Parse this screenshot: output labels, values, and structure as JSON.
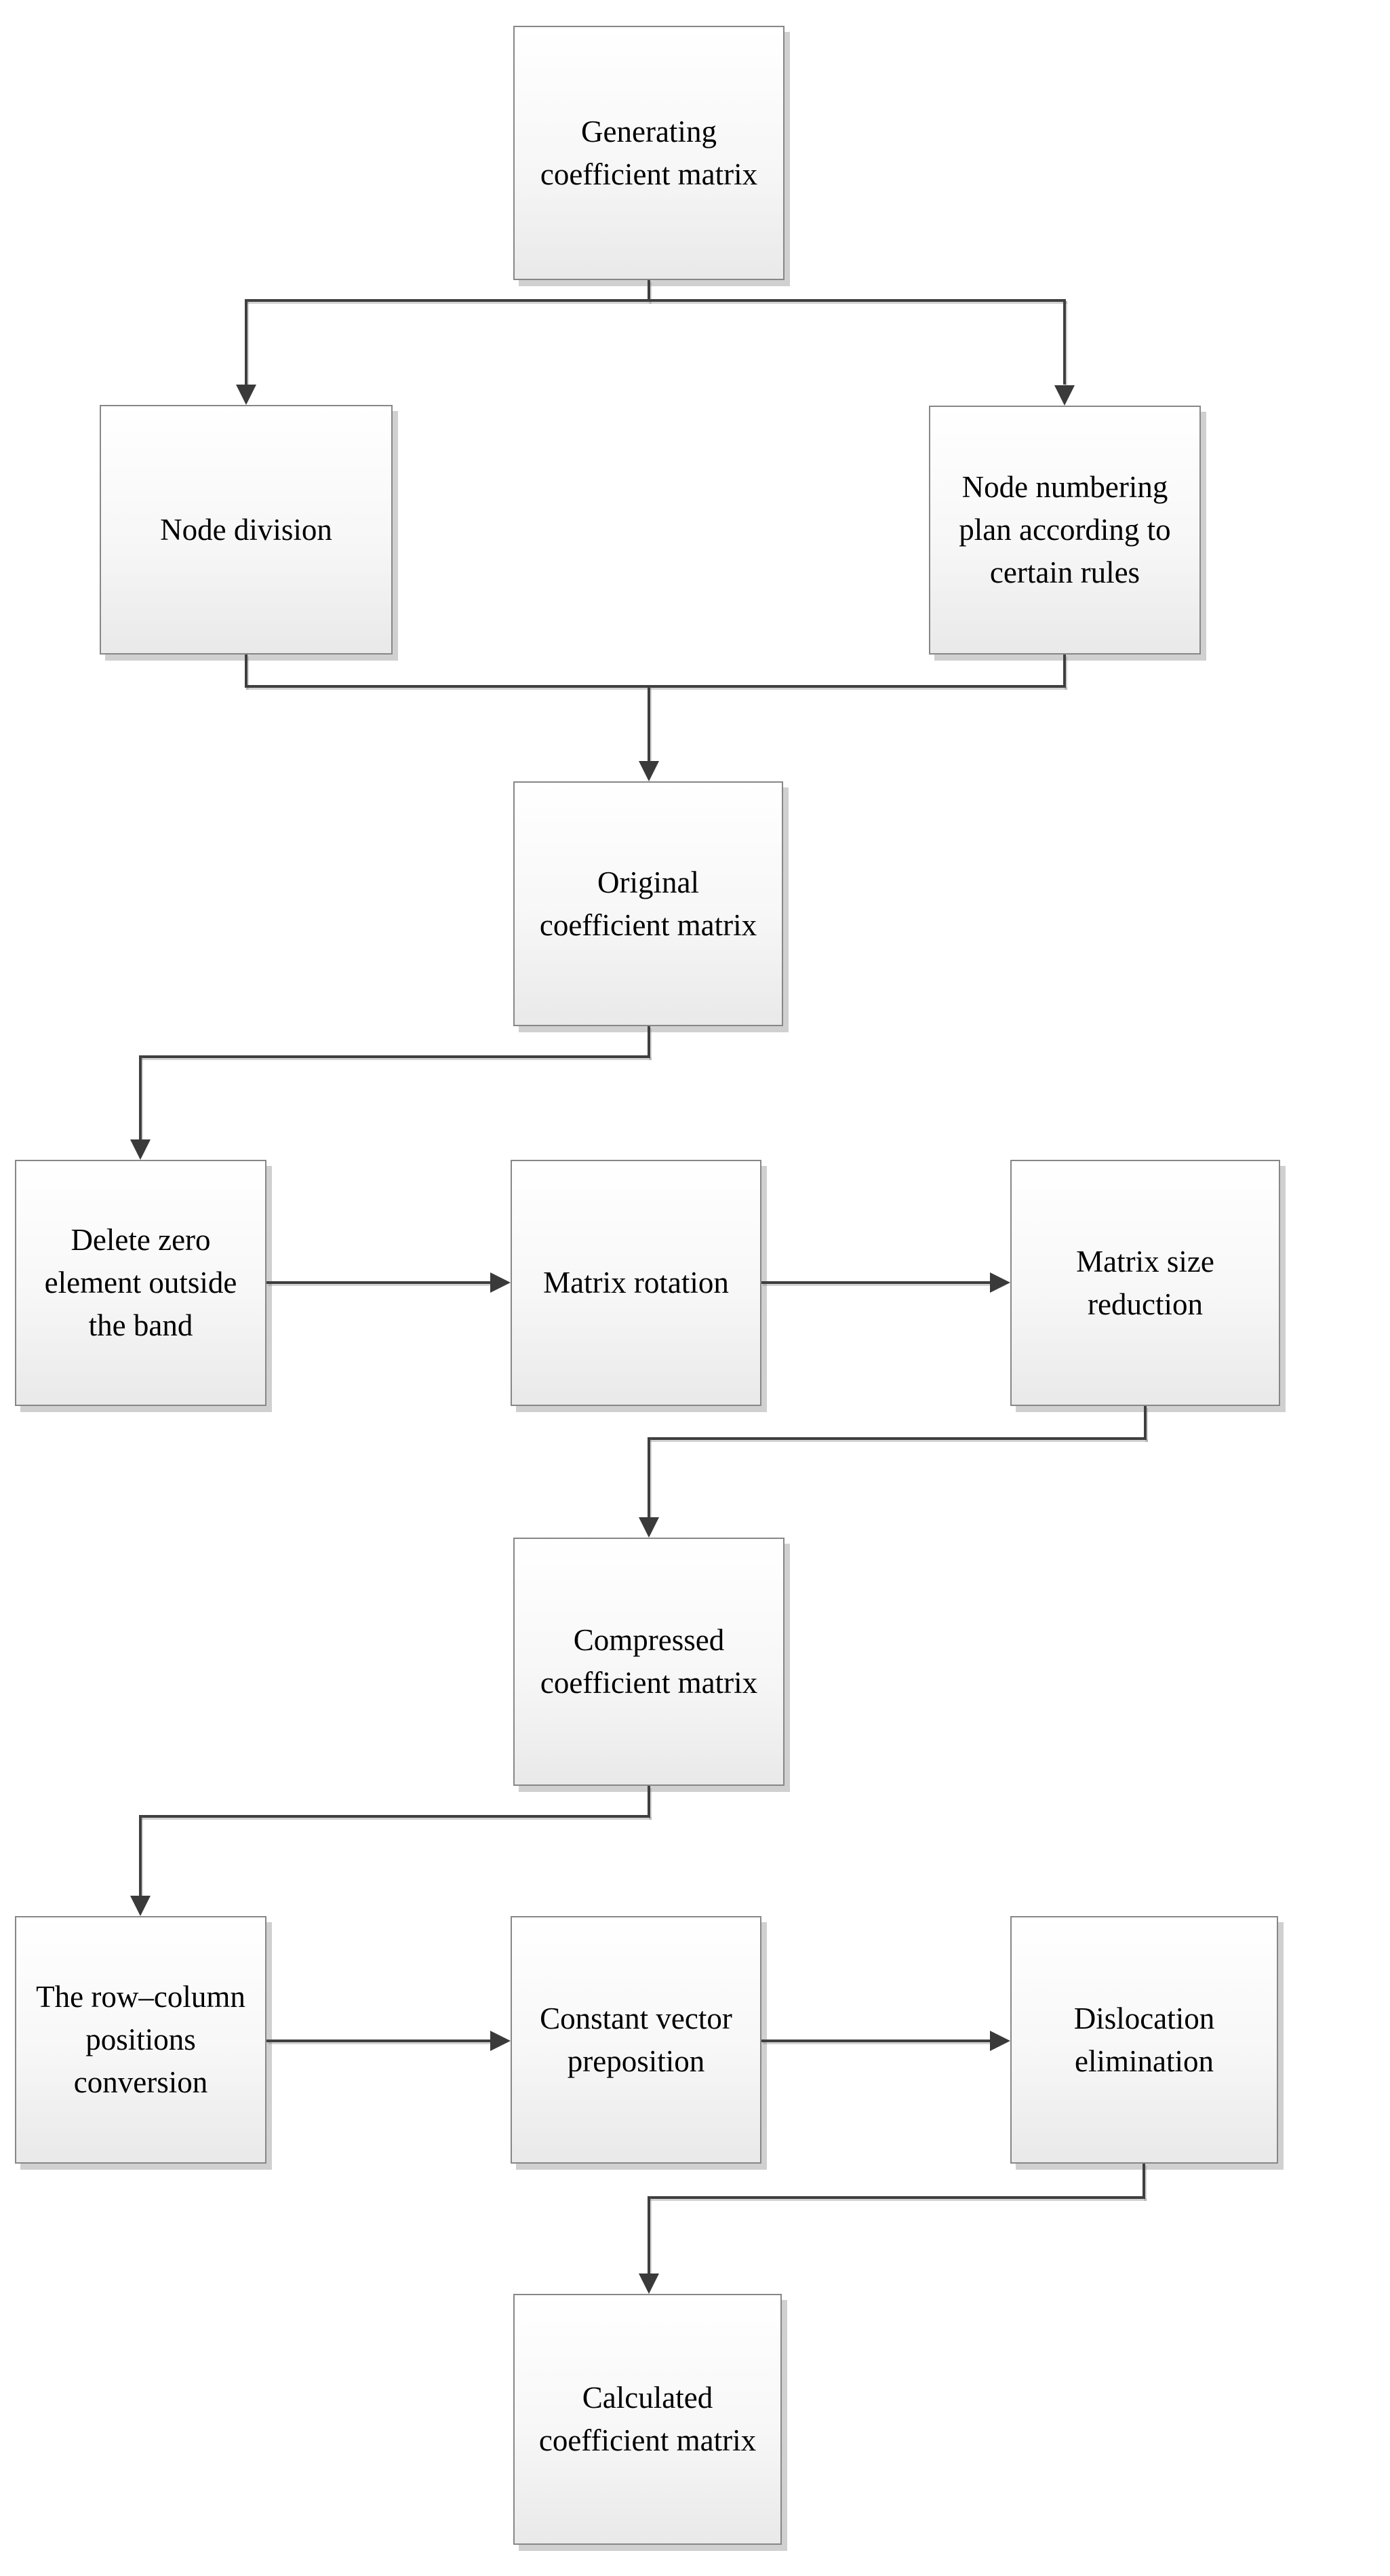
{
  "diagram": {
    "type": "flowchart",
    "nodes": {
      "generating": {
        "label": "Generating\ncoefficient matrix"
      },
      "node_division": {
        "label": "Node division"
      },
      "node_numbering": {
        "label": "Node numbering\nplan according to\ncertain rules"
      },
      "original": {
        "label": "Original\ncoefficient matrix"
      },
      "delete_zero": {
        "label": "Delete zero\nelement outside\nthe band"
      },
      "matrix_rotation": {
        "label": "Matrix rotation"
      },
      "matrix_size": {
        "label": "Matrix size\nreduction"
      },
      "compressed": {
        "label": "Compressed\ncoefficient matrix"
      },
      "row_column": {
        "label": "The row–column\npositions\nconversion"
      },
      "constant_vector": {
        "label": "Constant vector\npreposition"
      },
      "dislocation": {
        "label": "Dislocation\nelimination"
      },
      "calculated": {
        "label": "Calculated\ncoefficient matrix"
      }
    },
    "edges": [
      {
        "from": "generating",
        "to": "node_division"
      },
      {
        "from": "generating",
        "to": "node_numbering"
      },
      {
        "from": "node_division",
        "to": "original"
      },
      {
        "from": "node_numbering",
        "to": "original"
      },
      {
        "from": "original",
        "to": "delete_zero"
      },
      {
        "from": "delete_zero",
        "to": "matrix_rotation"
      },
      {
        "from": "matrix_rotation",
        "to": "matrix_size"
      },
      {
        "from": "matrix_size",
        "to": "compressed"
      },
      {
        "from": "compressed",
        "to": "row_column"
      },
      {
        "from": "row_column",
        "to": "constant_vector"
      },
      {
        "from": "constant_vector",
        "to": "dislocation"
      },
      {
        "from": "dislocation",
        "to": "calculated"
      }
    ],
    "colors": {
      "background": "#ffffff",
      "box_fill_top": "#ffffff",
      "box_fill_bottom": "#e9e9e9",
      "box_border": "#878787",
      "box_shadow": "#969696",
      "connector": "#3f3f3f",
      "text": "#000000"
    }
  }
}
